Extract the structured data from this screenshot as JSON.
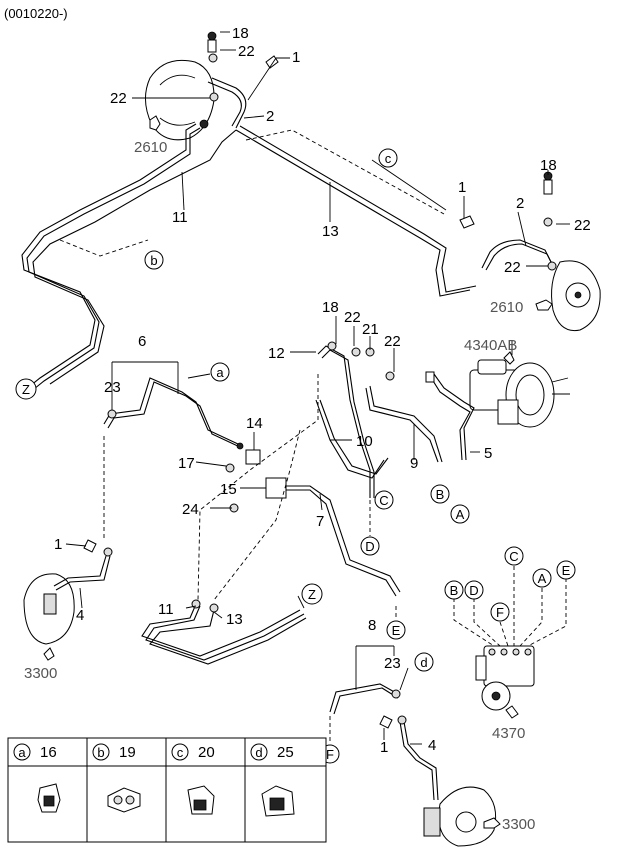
{
  "header": {
    "code": "(0010220-)"
  },
  "parts": {
    "p18a": "18",
    "p22a": "22",
    "p1a": "1",
    "p22b": "22",
    "p2a": "2",
    "p2610a": "2610",
    "pc": "c",
    "p11a": "11",
    "p13a": "13",
    "pb": "b",
    "p18b": "18",
    "p1b": "1",
    "p2b": "2",
    "p22c": "22",
    "p22d": "22",
    "p2610b": "2610",
    "pZa": "Z",
    "p6": "6",
    "pa": "a",
    "p23a": "23",
    "p18c": "18",
    "p22e": "22",
    "p21": "21",
    "p22f": "22",
    "p12": "12",
    "p4340AB": "4340AB",
    "p14": "14",
    "p10": "10",
    "p9": "9",
    "p5": "5",
    "p17": "17",
    "p15": "15",
    "pCa": "C",
    "pBa": "B",
    "pAa": "A",
    "p24": "24",
    "p7": "7",
    "pDa": "D",
    "p1c": "1",
    "p4a": "4",
    "p3300a": "3300",
    "p11b": "11",
    "p13b": "13",
    "pZb": "Z",
    "pEa": "E",
    "pCb": "C",
    "pBb": "B",
    "pDb": "D",
    "pAb": "A",
    "pEb": "E",
    "pFa": "F",
    "p8": "8",
    "p23b": "23",
    "pd": "d",
    "p4370": "4370",
    "pFb": "F",
    "p1d": "1",
    "p4b": "4",
    "p3300b": "3300"
  },
  "legend": {
    "items": [
      {
        "letter": "a",
        "number": "16"
      },
      {
        "letter": "b",
        "number": "19"
      },
      {
        "letter": "c",
        "number": "20"
      },
      {
        "letter": "d",
        "number": "25"
      }
    ]
  }
}
